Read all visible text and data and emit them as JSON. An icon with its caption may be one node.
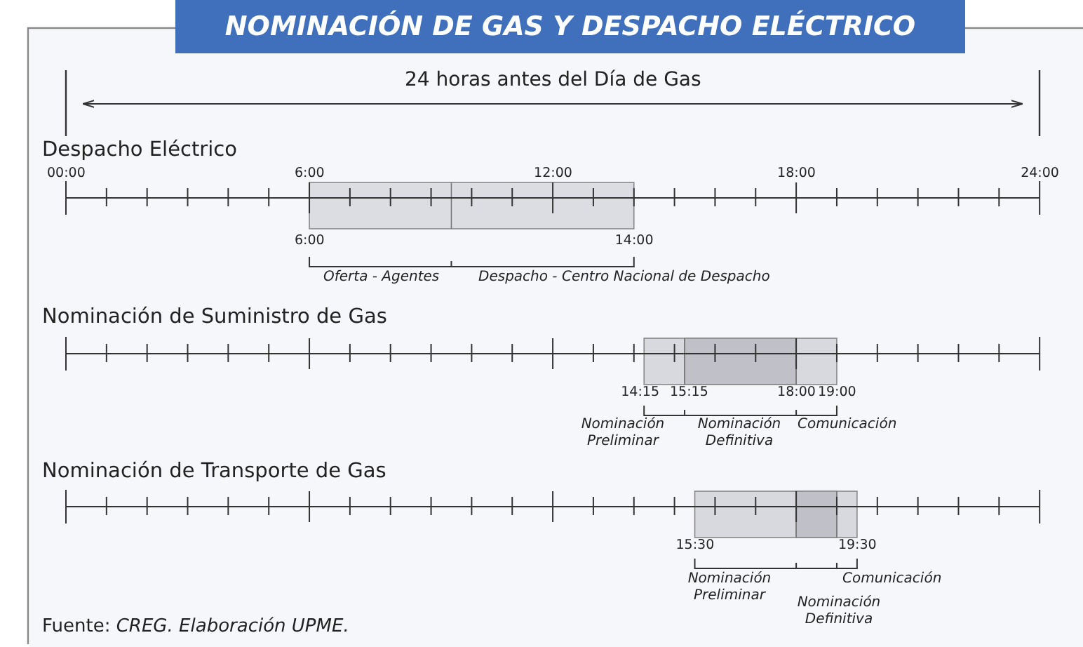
{
  "diagram": {
    "title": "NOMINACIÓN DE GAS Y DESPACHO ELÉCTRICO",
    "labels": [
      "24 horas antes del Día de Gas",
      "Despacho Eléctrico",
      "00:00",
      "6:00",
      "12:00",
      "18:00",
      "24:00",
      "6:00",
      "14:00",
      "Oferta - Agentes",
      "Despacho - Centro Nacional de Despacho",
      "Nominación de Suministro de Gas",
      "14:15",
      "15:15",
      "18:00",
      "19:00",
      "Nominación Preliminar",
      "Nominación Definitiva",
      "Comunicación",
      "Nominación de Transporte de Gas",
      "15:30",
      "19:30",
      "Nominación Preliminar",
      "Comunicación",
      "Nominación Definitiva",
      "Fuente: *CREG. Elaboración UPME.*"
    ]
  }
}
